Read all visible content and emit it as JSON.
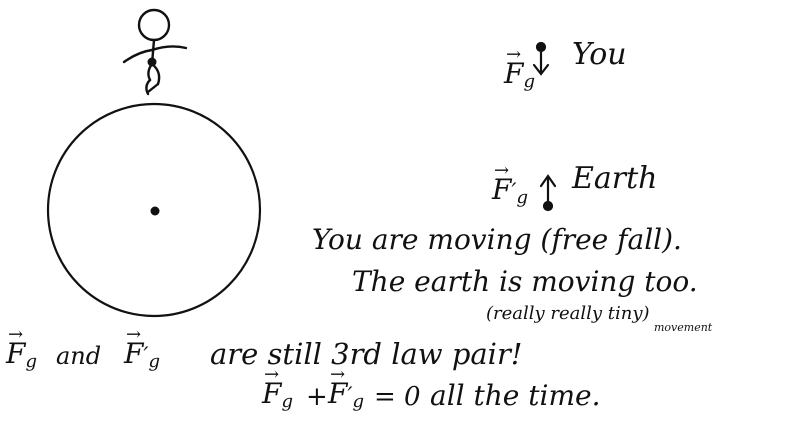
{
  "diagram": {
    "you_label": "You",
    "earth_label": "Earth",
    "vector_symbol": "F",
    "vector_subscript": "g",
    "vector_arrow": "→",
    "prime": "′",
    "lines": {
      "l1": "You are moving (free fall).",
      "l2": "The earth is moving too.",
      "l3": "(really really tiny)",
      "l3_small": "movement",
      "l4_and": "and",
      "l4_rest": "are still 3rd law pair!",
      "l5_plus": "+",
      "l5_eq": "= 0",
      "l5_rest": "all the time."
    }
  }
}
